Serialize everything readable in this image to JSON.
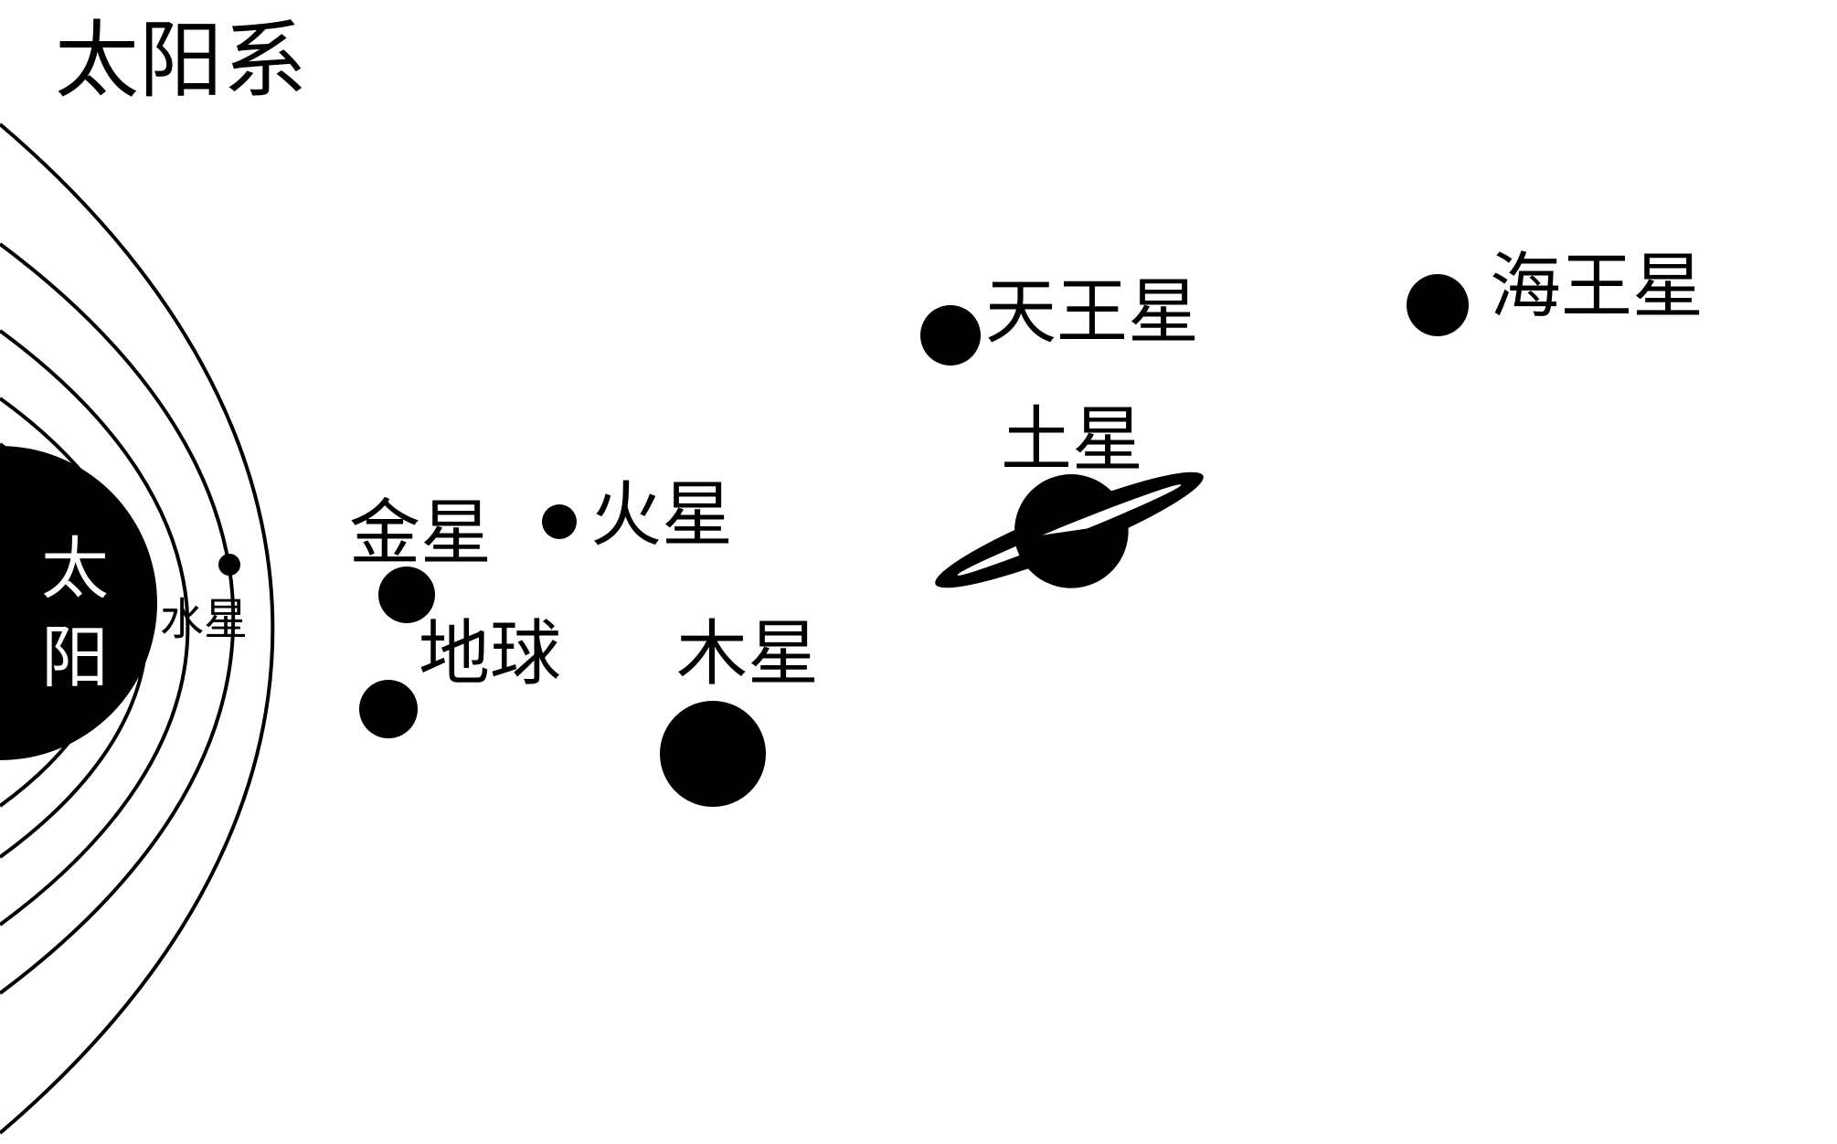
{
  "title": "太阳系",
  "sun": {
    "label_line1": "太",
    "label_line2": "阳"
  },
  "planets": {
    "mercury": "水星",
    "venus": "金星",
    "earth": "地球",
    "mars": "火星",
    "jupiter": "木星",
    "saturn": "土星",
    "uranus": "天王星",
    "neptune": "海王星"
  },
  "colors": {
    "ink": "#000000",
    "paper": "#ffffff"
  }
}
